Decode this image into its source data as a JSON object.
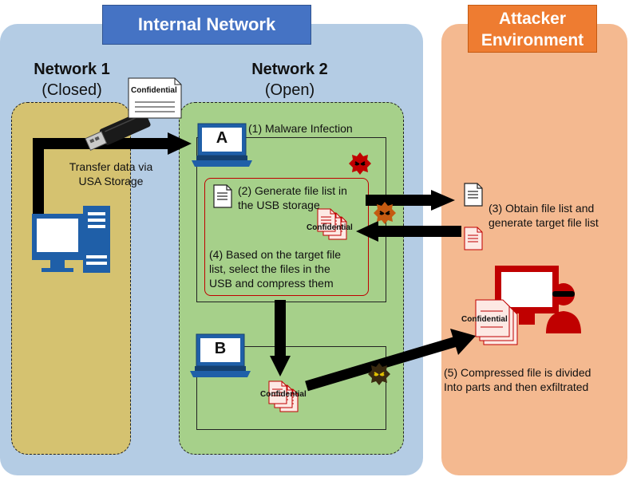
{
  "titles": {
    "internal": "Internal Network",
    "attacker_line1": "Attacker",
    "attacker_line2": "Environment"
  },
  "network1": {
    "name": "Network  1",
    "state": "(Closed)"
  },
  "network2": {
    "name": "Network  2",
    "state": "(Open)"
  },
  "computers": {
    "a": "A",
    "b": "B"
  },
  "confidential_label": "Confidential",
  "transfer_label": {
    "line1": "Transfer data via",
    "line2": "USA Storage"
  },
  "steps": {
    "s1": "(1) Malware Infection",
    "s2_line1": "(2) Generate file list in",
    "s2_line2": "the USB storage",
    "s3_line1": "(3) Obtain file list and",
    "s3_line2": "generate target file list",
    "s4_line1": "(4) Based on the target file",
    "s4_line2": "list, select the files in the",
    "s4_line3": "USB and compress them",
    "s5_line1": "(5) Compressed file is divided",
    "s5_line2": "Into parts and then exfiltrated"
  },
  "colors": {
    "internal_bg": "#b4cce4",
    "attacker_bg": "#f4b990",
    "network1_bg": "#d5c270",
    "network2_bg": "#a6d08a",
    "title_internal": "#4573c4",
    "title_attacker": "#ee7c31",
    "computer_blue": "#1f5fa8",
    "attacker_red": "#c00000"
  },
  "icons": [
    "usb-drive-icon",
    "desktop-pc-icon",
    "laptop-a-icon",
    "laptop-b-icon",
    "malware-red-icon",
    "malware-orange-icon",
    "malware-black-icon",
    "document-icon",
    "confidential-doc-icon",
    "attacker-monitor-icon",
    "hacker-icon"
  ]
}
